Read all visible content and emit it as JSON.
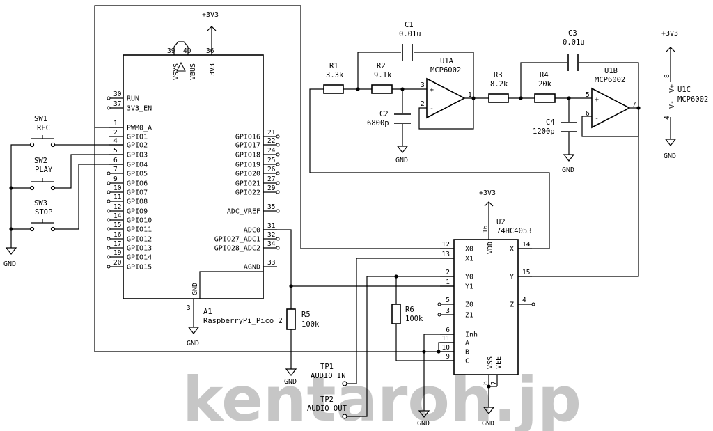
{
  "watermark": "kentaroh.jp",
  "power": {
    "p3v3": "+3V3",
    "gnd": "GND"
  },
  "a1": {
    "ref": "A1",
    "value": "RaspberryPi_Pico 2",
    "top_pins": [
      {
        "num": "39",
        "label": "VSYS"
      },
      {
        "num": "40",
        "label": "VBUS"
      },
      {
        "num": "36",
        "label": "3V3"
      }
    ],
    "left_pins": [
      {
        "num": "30",
        "label": "RUN"
      },
      {
        "num": "37",
        "label": "3V3_EN"
      },
      {
        "num": "1",
        "label": "PWM0_A"
      },
      {
        "num": "2",
        "label": "GPIO1"
      },
      {
        "num": "4",
        "label": "GPIO2"
      },
      {
        "num": "5",
        "label": "GPIO3"
      },
      {
        "num": "6",
        "label": "GPIO4"
      },
      {
        "num": "7",
        "label": "GPIO5"
      },
      {
        "num": "9",
        "label": "GPIO6"
      },
      {
        "num": "10",
        "label": "GPIO7"
      },
      {
        "num": "11",
        "label": "GPIO8"
      },
      {
        "num": "12",
        "label": "GPIO9"
      },
      {
        "num": "14",
        "label": "GPIO10"
      },
      {
        "num": "15",
        "label": "GPIO11"
      },
      {
        "num": "16",
        "label": "GPIO12"
      },
      {
        "num": "17",
        "label": "GPIO13"
      },
      {
        "num": "19",
        "label": "GPIO14"
      },
      {
        "num": "20",
        "label": "GPIO15"
      }
    ],
    "right_pins": [
      {
        "num": "21",
        "label": "GPIO16"
      },
      {
        "num": "22",
        "label": "GPIO17"
      },
      {
        "num": "24",
        "label": "GPIO18"
      },
      {
        "num": "25",
        "label": "GPIO19"
      },
      {
        "num": "26",
        "label": "GPIO20"
      },
      {
        "num": "27",
        "label": "GPIO21"
      },
      {
        "num": "29",
        "label": "GPIO22"
      },
      {
        "num": "35",
        "label": "ADC_VREF"
      },
      {
        "num": "31",
        "label": "ADC0"
      },
      {
        "num": "32",
        "label": "GPIO27_ADC1"
      },
      {
        "num": "34",
        "label": "GPIO28_ADC2"
      },
      {
        "num": "33",
        "label": "AGND"
      }
    ],
    "bottom_pin": {
      "num": "3",
      "label": "GND"
    }
  },
  "switches": [
    {
      "ref": "SW1",
      "value": "REC"
    },
    {
      "ref": "SW2",
      "value": "PLAY"
    },
    {
      "ref": "SW3",
      "value": "STOP"
    }
  ],
  "passives": {
    "r1": {
      "ref": "R1",
      "value": "3.3k"
    },
    "r2": {
      "ref": "R2",
      "value": "9.1k"
    },
    "r3": {
      "ref": "R3",
      "value": "8.2k"
    },
    "r4": {
      "ref": "R4",
      "value": "20k"
    },
    "r5": {
      "ref": "R5",
      "value": "100k"
    },
    "r6": {
      "ref": "R6",
      "value": "100k"
    },
    "c1": {
      "ref": "C1",
      "value": "0.01u"
    },
    "c2": {
      "ref": "C2",
      "value": "6800p"
    },
    "c3": {
      "ref": "C3",
      "value": "0.01u"
    },
    "c4": {
      "ref": "C4",
      "value": "1200p"
    }
  },
  "opamps": {
    "u1a": {
      "ref": "U1A",
      "value": "MCP6002",
      "pins": {
        "plus": "3",
        "minus": "2",
        "out": "1",
        "plus_sign": "+",
        "minus_sign": "-"
      }
    },
    "u1b": {
      "ref": "U1B",
      "value": "MCP6002",
      "pins": {
        "plus": "5",
        "minus": "6",
        "out": "7",
        "plus_sign": "+",
        "minus_sign": "-"
      }
    },
    "u1c": {
      "ref": "U1C",
      "value": "MCP6002",
      "vplus": "V+",
      "vminus": "V-",
      "pin_vplus": "8",
      "pin_vminus": "4"
    }
  },
  "u2": {
    "ref": "U2",
    "value": "74HC4053",
    "left_pins": [
      {
        "num": "12",
        "label": "X0"
      },
      {
        "num": "13",
        "label": "X1"
      },
      {
        "num": "2",
        "label": "Y0"
      },
      {
        "num": "1",
        "label": "Y1"
      },
      {
        "num": "5",
        "label": "Z0"
      },
      {
        "num": "3",
        "label": "Z1"
      },
      {
        "num": "6",
        "label": "Inh"
      },
      {
        "num": "11",
        "label": "A"
      },
      {
        "num": "10",
        "label": "B"
      },
      {
        "num": "9",
        "label": "C"
      }
    ],
    "right_pins": [
      {
        "num": "14",
        "label": "X"
      },
      {
        "num": "15",
        "label": "Y"
      },
      {
        "num": "4",
        "label": "Z"
      }
    ],
    "top_pin": {
      "num": "16",
      "label": "VDD"
    },
    "bottom_pins": [
      {
        "num": "8",
        "label": "VSS"
      },
      {
        "num": "7",
        "label": "VEE"
      }
    ]
  },
  "testpoints": [
    {
      "ref": "TP1",
      "value": "AUDIO IN"
    },
    {
      "ref": "TP2",
      "value": "AUDIO OUT"
    }
  ]
}
